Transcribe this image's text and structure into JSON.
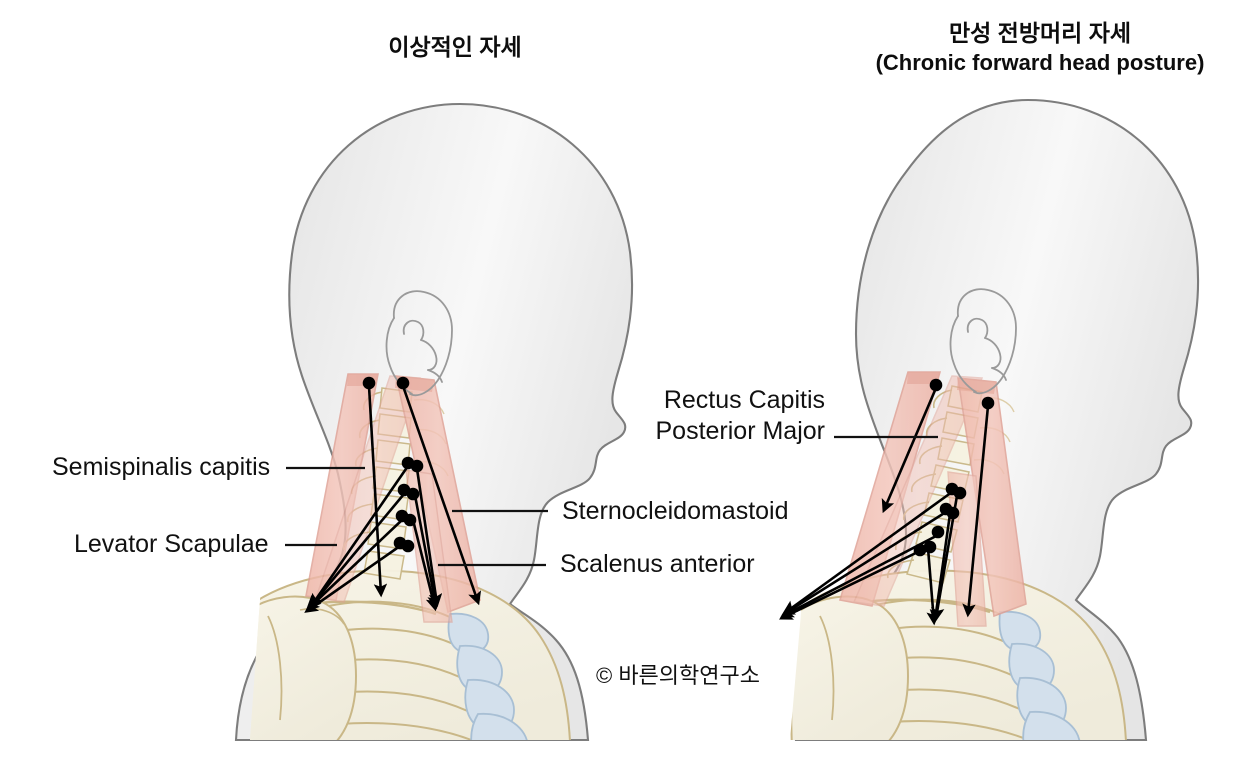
{
  "figure": {
    "domain": "medical-anatomy-diagram",
    "background_color": "#ffffff",
    "copyright": "© 바른의학연구소"
  },
  "panels": [
    {
      "id": "left",
      "title_ko": "이상적인 자세",
      "title_en": ""
    },
    {
      "id": "right",
      "title_ko": "만성 전방머리 자세",
      "title_en": "(Chronic forward head posture)"
    }
  ],
  "labels": {
    "semispinalis": "Semispinalis capitis",
    "levator": "Levator Scapulae",
    "sternocleidomastoid": "Sternocleidomastoid",
    "scalenus": "Scalenus anterior",
    "rectus_line1": "Rectus Capitis",
    "rectus_line2": "Posterior Major"
  },
  "colors": {
    "body_fill_light": "#f7f7f7",
    "body_fill_mid": "#e3e3e3",
    "body_outline": "#7d7d7d",
    "muscle_fill": "#f0bdb1",
    "muscle_fill_dark": "#e9a99c",
    "muscle_outline": "#dfa094",
    "bone_fill": "#f5f1e0",
    "bone_outline": "#c9b787",
    "cartilage_fill": "#d3e0ec",
    "cartilage_outline": "#a8bfd4",
    "ear_outline": "#9a9a9a",
    "arrow": "#000000",
    "text": "#111111"
  },
  "muscles": [
    {
      "name": "Semispinalis capitis",
      "side": "posterior"
    },
    {
      "name": "Levator Scapulae",
      "side": "posterior-lateral"
    },
    {
      "name": "Sternocleidomastoid",
      "side": "anterior-lateral"
    },
    {
      "name": "Scalenus anterior",
      "side": "anterior"
    },
    {
      "name": "Rectus Capitis Posterior Major",
      "side": "suboccipital"
    }
  ],
  "chart_data": {
    "type": "diagram",
    "title": "Cervical muscle comparison: ideal posture vs chronic forward head posture",
    "panels": [
      "이상적인 자세",
      "만성 전방머리 자세 (Chronic forward head posture)"
    ],
    "annotated_muscles": [
      "Semispinalis capitis",
      "Levator Scapulae",
      "Sternocleidomastoid",
      "Scalenus anterior",
      "Rectus Capitis Posterior Major"
    ]
  }
}
